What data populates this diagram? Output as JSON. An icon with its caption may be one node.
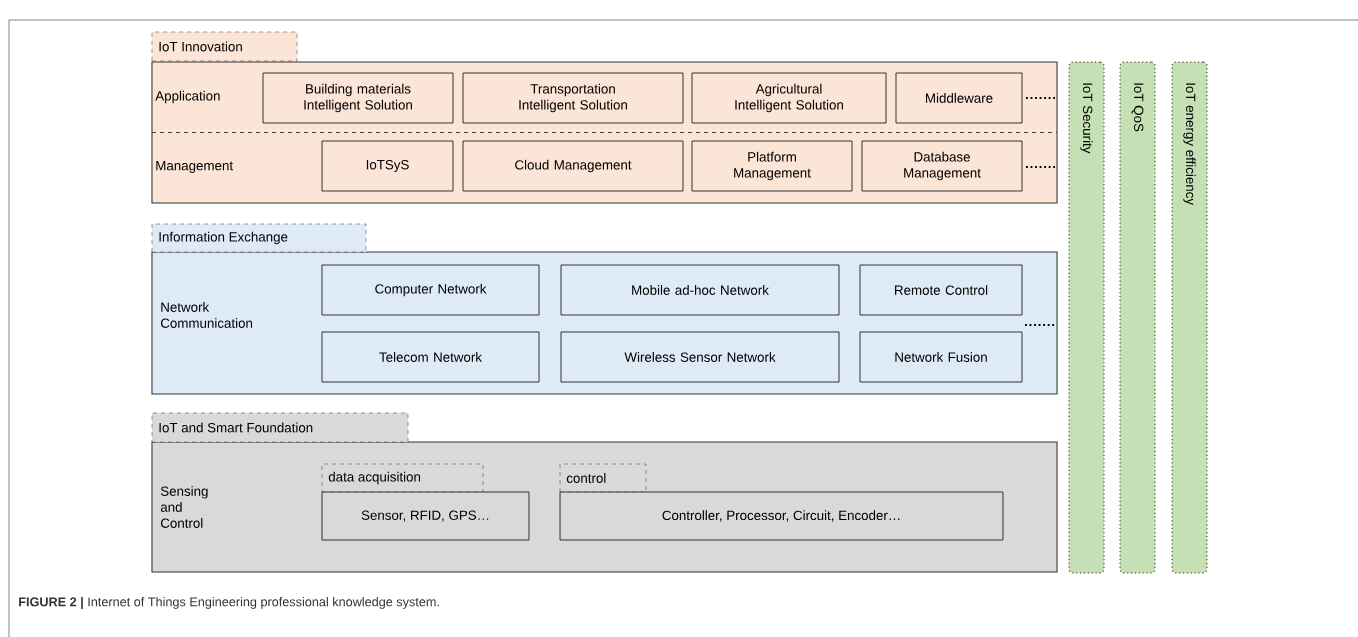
{
  "diagram": {
    "caption": "**FIGURE 2 |** Internet of Things Engineering professional knowledge system.",
    "nodes": [
      {
        "text": [
          "IoT Innovation",
          "Application",
          "Management"
        ]
      },
      {
        "text": [
          "Building materials Intelligent Solution"
        ],
        "in": 0
      },
      {
        "text": [
          "Transportation Intelligent Solution"
        ],
        "in": 0
      },
      {
        "text": [
          "Agricultural Intelligent Solution"
        ],
        "in": 0
      },
      {
        "text": [
          "Middleware"
        ],
        "in": 0
      },
      {
        "text": [
          "IoTSyS"
        ],
        "in": 0
      },
      {
        "text": [
          "Cloud Management"
        ],
        "in": 0
      },
      {
        "text": [
          "Platform Management"
        ],
        "in": 0
      },
      {
        "text": [
          "Database Management"
        ],
        "in": 0
      },
      {
        "text": [
          "Information Exchange",
          "Network Communication"
        ]
      },
      {
        "text": [
          "Computer Network"
        ],
        "in": 9
      },
      {
        "text": [
          "Mobile ad-hoc Network"
        ],
        "in": 9
      },
      {
        "text": [
          "Remote Control"
        ],
        "in": 9
      },
      {
        "text": [
          "Telecom Network"
        ],
        "in": 9
      },
      {
        "text": [
          "Wireless Sensor Network"
        ],
        "in": 9
      },
      {
        "text": [
          "Network Fusion"
        ],
        "in": 9
      },
      {
        "text": [
          "IoT and Smart Foundation",
          "Sensing and Control"
        ]
      },
      {
        "text": [
          "data acquisition",
          "Sensor, RFID, GPS…"
        ],
        "in": 16
      },
      {
        "text": [
          "control",
          "Controller, Processor, Circuit, Encoder…"
        ],
        "in": 16
      },
      {
        "text": [
          "IoT Security"
        ]
      },
      {
        "text": [
          "IoT QoS"
        ]
      },
      {
        "text": [
          "IoT energy efficiency"
        ]
      }
    ]
  }
}
